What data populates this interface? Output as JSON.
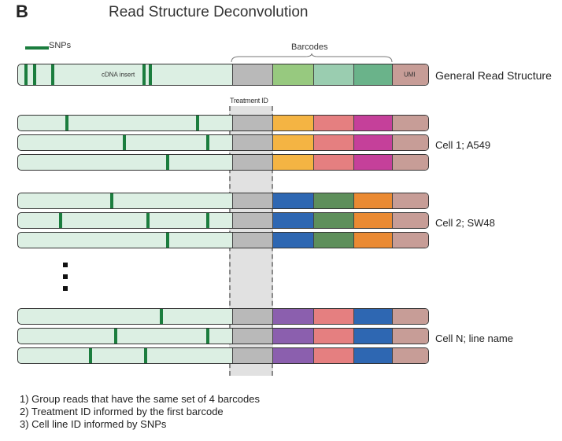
{
  "panel_letter": "B",
  "title": "Read Structure Deconvolution",
  "legend": {
    "snp_label": "SNPs",
    "snp_color": "#1b7d3e"
  },
  "barcodes_label": "Barcodes",
  "treatment_label": "Treatment ID",
  "general": {
    "label": "General Read Structure",
    "insert_label": "cDNA insert",
    "umi_label": "UMI",
    "snps": [
      0.03,
      0.07,
      0.155,
      0.58,
      0.61
    ],
    "barcode_colors": [
      "#b9b9b9",
      "#97c97f",
      "#9acdb0",
      "#6ab38a"
    ],
    "umi_color": "#c79d97"
  },
  "colors": {
    "insert": "#dcefe3",
    "treatment": "#b9b9b9",
    "umi": "#c79d97"
  },
  "groups": [
    {
      "label": "Cell 1;  A549",
      "barcode_colors": [
        "#f4b443",
        "#e57f80",
        "#c5409a"
      ],
      "reads": [
        {
          "snps": [
            0.22,
            0.83
          ]
        },
        {
          "snps": [
            0.49,
            0.88
          ]
        },
        {
          "snps": [
            0.69
          ]
        }
      ]
    },
    {
      "label": "Cell 2; SW48",
      "barcode_colors": [
        "#2e67b2",
        "#5e8f5b",
        "#ea8a33"
      ],
      "reads": [
        {
          "snps": [
            0.43
          ]
        },
        {
          "snps": [
            0.19,
            0.6,
            0.88
          ]
        },
        {
          "snps": [
            0.69
          ]
        }
      ]
    },
    {
      "label": "Cell N; line name",
      "barcode_colors": [
        "#8b5fae",
        "#e57f80",
        "#2e67b2"
      ],
      "reads": [
        {
          "snps": [
            0.66
          ]
        },
        {
          "snps": [
            0.45,
            0.88
          ]
        },
        {
          "snps": [
            0.33,
            0.59
          ]
        }
      ]
    }
  ],
  "notes": [
    "1) Group reads that have the same set of 4 barcodes",
    "2) Treatment ID informed by the first barcode",
    "3) Cell line ID informed by SNPs"
  ]
}
